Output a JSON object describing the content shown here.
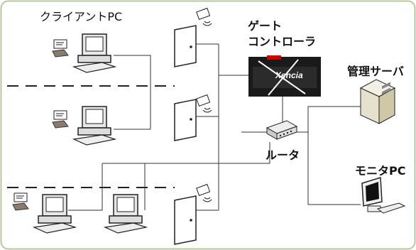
{
  "labels": {
    "client_pc": "クライアントPC",
    "gate_controller_line1": "ゲート",
    "gate_controller_line2": "コントローラ",
    "management_server": "管理サーバ",
    "router": "ルータ",
    "monitor_pc": "モニタPC"
  },
  "gate_device": {
    "logo_text": "Xencia"
  },
  "colors": {
    "frame": "#b7c8a0",
    "line": "#222222",
    "dashed": "#222222"
  },
  "icons": {
    "client": "desktop-computer-icon",
    "card_reader": "card-reader-icon",
    "door": "door-icon",
    "card_signal": "card-signal-icon",
    "gate_controller": "gate-controller-device-icon",
    "router": "router-icon",
    "server": "server-tower-icon",
    "monitor": "monitor-pc-icon"
  }
}
